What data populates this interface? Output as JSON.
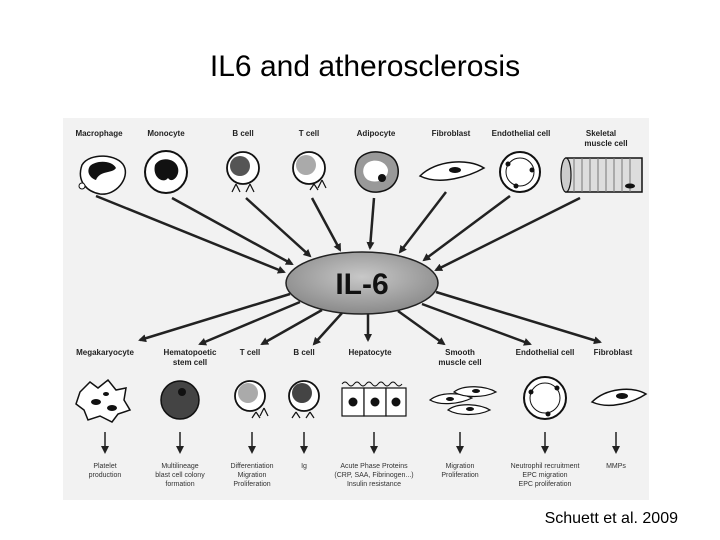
{
  "title": "IL6 and atherosclerosis",
  "center_node": "IL-6",
  "sources": [
    {
      "label": "Macrophage"
    },
    {
      "label": "Monocyte"
    },
    {
      "label": "B cell"
    },
    {
      "label": "T cell"
    },
    {
      "label": "Adipocyte"
    },
    {
      "label": "Fibroblast"
    },
    {
      "label": "Endothelial cell"
    },
    {
      "label": "Skeletal",
      "label2": "muscle cell"
    }
  ],
  "targets": [
    {
      "label": "Megakaryocyte",
      "effects": [
        "Platelet",
        "production"
      ]
    },
    {
      "label": "Hematopoetic",
      "label2": "stem cell",
      "effects": [
        "Multilineage",
        "blast cell colony",
        "formation"
      ]
    },
    {
      "label": "T cell",
      "effects": [
        "Differentiation",
        "Migration",
        "Proliferation"
      ]
    },
    {
      "label": "B cell",
      "effects": [
        "Ig"
      ]
    },
    {
      "label": "Hepatocyte",
      "effects": [
        "Acute Phase Proteins",
        "(CRP, SAA, Fibrinogen...)",
        "Insulin resistance"
      ]
    },
    {
      "label": "Smooth",
      "label2": "muscle cell",
      "effects": [
        "Migration",
        "Proliferation"
      ]
    },
    {
      "label": "Endothelial cell",
      "effects": [
        "Neutrophil recruitment",
        "EPC migration",
        "EPC proliferation"
      ]
    },
    {
      "label": "Fibroblast",
      "effects": [
        "MMPs"
      ]
    }
  ],
  "citation": "Schuett et al. 2009"
}
